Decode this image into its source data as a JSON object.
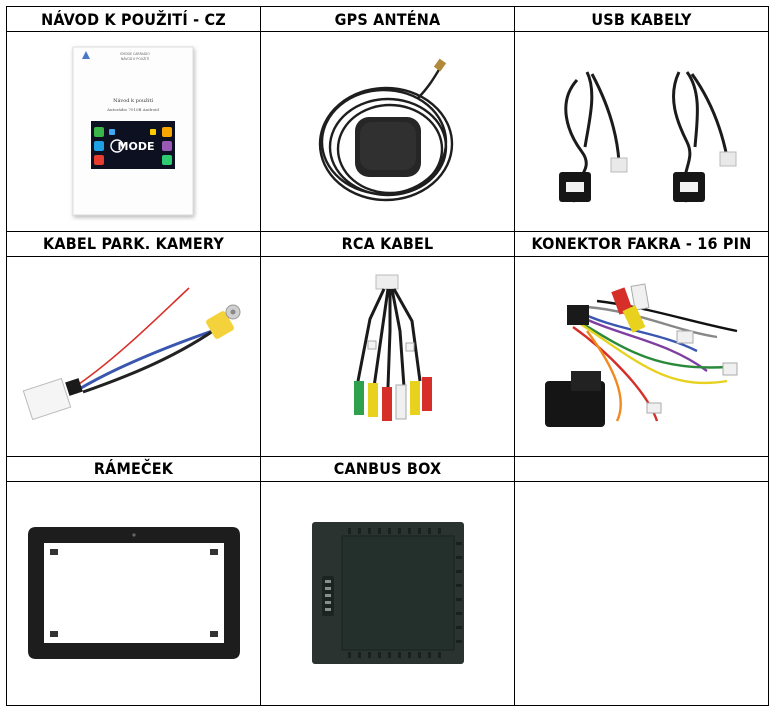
{
  "items": [
    {
      "label": "NÁVOD K POUŽITÍ - CZ"
    },
    {
      "label": "GPS ANTÉNA"
    },
    {
      "label": "USB KABELY"
    },
    {
      "label": "KABEL PARK. KAMERY"
    },
    {
      "label": "RCA KABEL"
    },
    {
      "label": "KONEKTOR FAKRA - 16 PIN"
    },
    {
      "label": "RÁMEČEK"
    },
    {
      "label": "CANBUS BOX"
    }
  ],
  "manual": {
    "title": "Návod k použití",
    "subtitle": "Autorádio 7010B Android",
    "header_line1": "EMODE CARRADIO",
    "header_line2": "NÁVOD K POUŽITÍ",
    "brand_text": "MODE"
  }
}
